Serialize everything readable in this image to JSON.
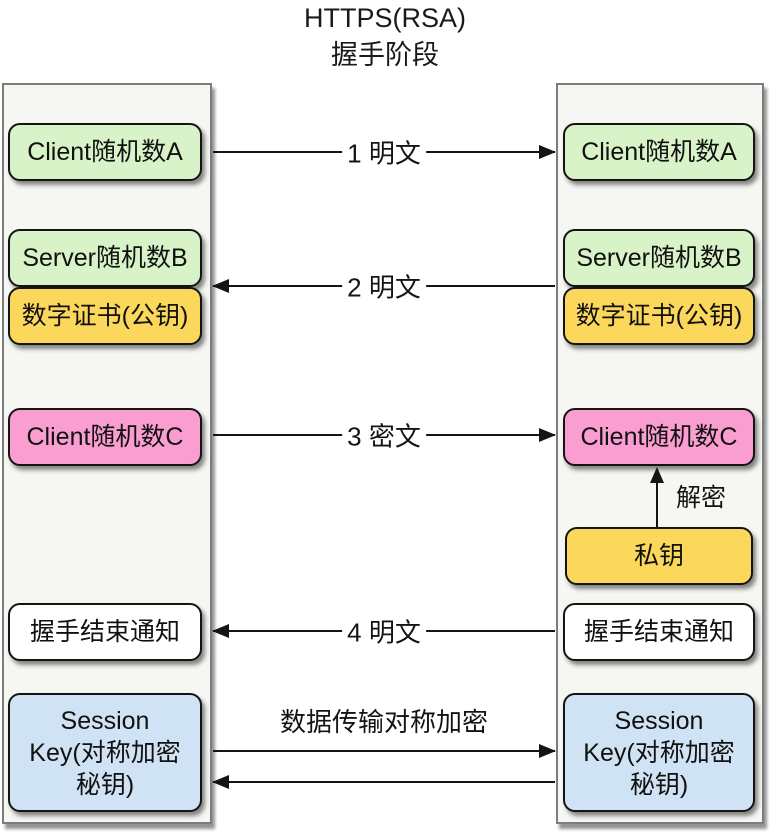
{
  "title": {
    "line1": "HTTPS(RSA)",
    "line2": "握手阶段"
  },
  "colors": {
    "box_green": "#d9f3c8",
    "box_yellow": "#fbd85b",
    "box_pink": "#fa9ed1",
    "box_white": "#ffffff",
    "box_blue": "#cfe3f4",
    "lane_background": "#f6f6f2",
    "line": "#141414"
  },
  "client": {
    "random_a": "Client随机数A",
    "random_b": "Server随机数B",
    "cert": "数字证书(公钥)",
    "random_c": "Client随机数C",
    "finish": "握手结束通知",
    "session": {
      "line1": "Session",
      "line2": "Key(对称加密",
      "line3": "秘钥)"
    }
  },
  "server": {
    "random_a": "Client随机数A",
    "random_b": "Server随机数B",
    "cert": "数字证书(公钥)",
    "random_c": "Client随机数C",
    "private_key": "私钥",
    "decrypt": "解密",
    "finish": "握手结束通知",
    "session": {
      "line1": "Session",
      "line2": "Key(对称加密",
      "line3": "秘钥)"
    }
  },
  "messages": {
    "m1": "1 明文",
    "m2": "2 明文",
    "m3": "3 密文",
    "m4": "4 明文",
    "data_transfer": "数据传输对称加密"
  }
}
